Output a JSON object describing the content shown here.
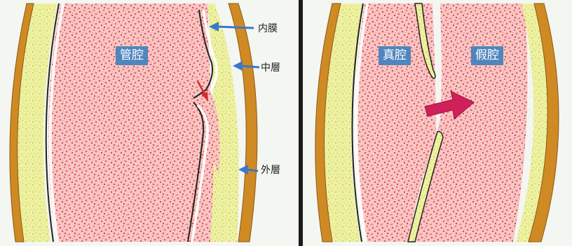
{
  "left_panel": {
    "lumen_label": "管腔",
    "layer_labels": {
      "intima": "内膜",
      "media": "中層",
      "adventitia": "外層"
    }
  },
  "right_panel": {
    "true_lumen_label": "真腔",
    "false_lumen_label": "假腔"
  },
  "colors": {
    "blood_red": "#e0505a",
    "adventitia_orange": "#d08a24",
    "media_yellow": "#e3e884",
    "label_blue": "#4f86bd",
    "pointer_blue": "#3d78c8",
    "tear_arrow_red": "#d42a2a",
    "flow_arrow_magenta": "#d0205a"
  }
}
